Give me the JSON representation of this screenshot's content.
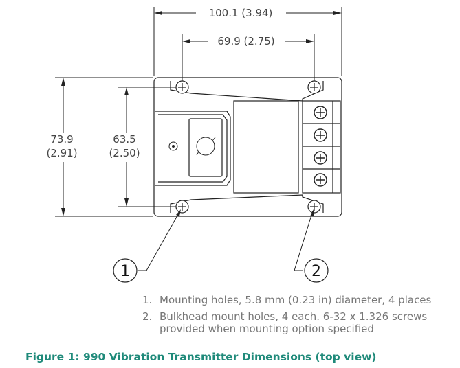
{
  "dimensions": {
    "overall_width": "100.1 (3.94)",
    "hole_spacing_width": "69.9 (2.75)",
    "overall_height_mm": "73.9",
    "overall_height_in": "(2.91)",
    "hole_spacing_height_mm": "63.5",
    "hole_spacing_height_in": "(2.50)"
  },
  "callouts": [
    "1",
    "2"
  ],
  "notes": [
    {
      "number": "1.",
      "text": "Mounting holes, 5.8 mm (0.23 in) diameter, 4 places"
    },
    {
      "number": "2.",
      "text": "Bulkhead mount holes, 4 each. 6-32 x 1.326 screws provided when mounting option specified"
    }
  ],
  "caption": "Figure 1:  990 Vibration Transmitter Dimensions (top view)",
  "colors": {
    "caption": "#1f8a7a",
    "line": "#222222",
    "text": "#444444"
  }
}
